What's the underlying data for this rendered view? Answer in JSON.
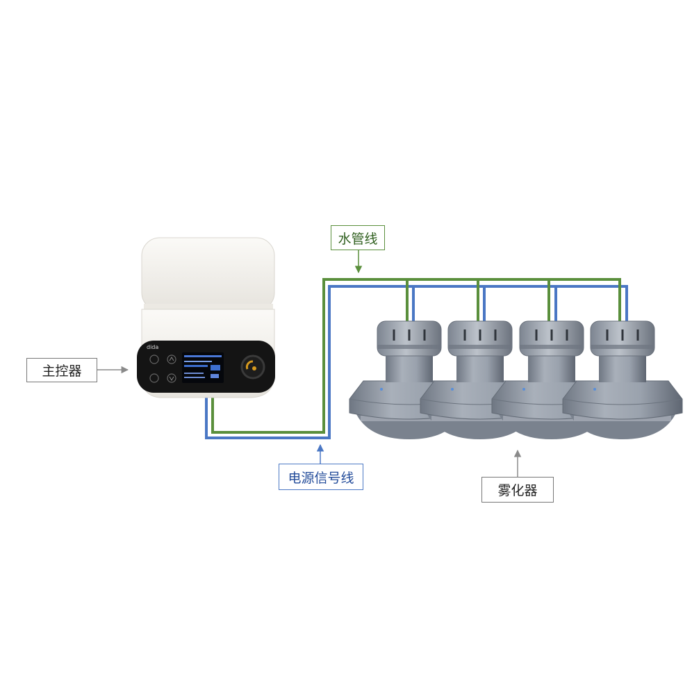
{
  "labels": {
    "controller": "主控器",
    "water_pipe": "水管线",
    "power_signal": "电源信号线",
    "atomizer": "雾化器"
  },
  "device": {
    "brand": "dida"
  },
  "colors": {
    "water_line": "#5a8f3c",
    "power_line": "#4a77c4",
    "leader_line": "#8a8a8a",
    "atomizer_body": "#8e96a2",
    "controller_body": "#f4f2ee",
    "controller_panel": "#161616"
  }
}
